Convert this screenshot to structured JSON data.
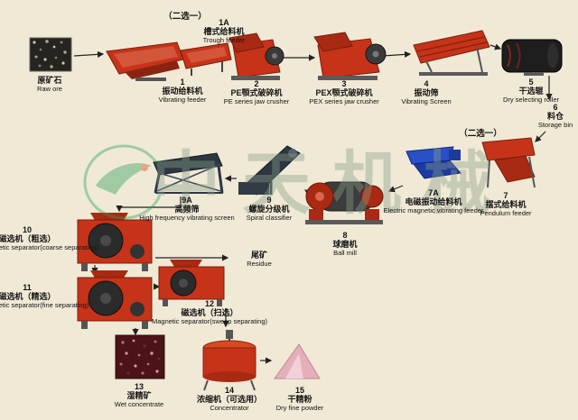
{
  "watermark": {
    "logo_icon": "green-ellipse-bird-logo",
    "text": "中天机械"
  },
  "choose_one": {
    "top": "（二选一）",
    "middle": "（二选一）"
  },
  "colors": {
    "machine_red": "#c63318",
    "machine_dark": "#2c3742",
    "machine_blue": "#2a50c8",
    "watermark_green": "#2aa055",
    "background": "#f0e9d6",
    "arrow": "#222222"
  },
  "nodes": {
    "raw_ore": {
      "cn": "原矿石",
      "en": "Raw ore"
    },
    "vibrating_feeder": {
      "num": "1",
      "cn": "振动给料机",
      "en": "Vibrating feeder"
    },
    "trough_feeder": {
      "num": "1A",
      "cn": "槽式给料机",
      "en": "Trough feeder"
    },
    "pe_jaw_crusher": {
      "num": "2",
      "cn": "PE颚式破碎机",
      "en": "PE series jaw crusher"
    },
    "pex_jaw_crusher": {
      "num": "3",
      "cn": "PEX颚式破碎机",
      "en": "PEX series jaw crusher"
    },
    "vibrating_screen": {
      "num": "4",
      "cn": "振动筛",
      "en": "Vibrating Screen"
    },
    "dry_selecting_roller": {
      "num": "5",
      "cn": "干选辊",
      "en": "Dry selecting roller"
    },
    "storage_bin": {
      "num": "6",
      "cn": "料仓",
      "en": "Storage bin"
    },
    "high_frequency_screen": {
      "num": "9A",
      "cn": "高频筛",
      "en": "High frequency vibrating screen"
    },
    "spiral_classifier": {
      "num": "9",
      "cn": "螺旋分级机",
      "en": "Spiral classifier"
    },
    "ball_mill": {
      "num": "8",
      "cn": "球磨机",
      "en": "Ball mill"
    },
    "electromagnetic_feeder": {
      "num": "7A",
      "cn": "电磁振动给料机",
      "en": "Electric magnetic vibrating feeder"
    },
    "pendulum_feeder": {
      "num": "7",
      "cn": "摆式给料机",
      "en": "Pendulum feeder"
    },
    "magnetic_separator_coarse": {
      "num": "10",
      "cn": "磁选机（粗选）",
      "en": "Magnetic separator(coarse separating)"
    },
    "residue": {
      "cn": "尾矿",
      "en": "Residue"
    },
    "magnetic_separator_fine": {
      "num": "11",
      "cn": "磁选机（精选）",
      "en": "Magnetic separator(fine separating)"
    },
    "magnetic_separator_sweep": {
      "num": "12",
      "cn": "磁选机（扫选）",
      "en": "Magnetic separator(sweep separating)"
    },
    "wet_concentrate": {
      "num": "13",
      "cn": "湿精矿",
      "en": "Wet concentrate"
    },
    "concentrator": {
      "num": "14",
      "cn": "浓缩机（可选用）",
      "en": "Concentrator"
    },
    "dry_fine_powder": {
      "num": "15",
      "cn": "干精粉",
      "en": "Dry fine powder"
    }
  }
}
